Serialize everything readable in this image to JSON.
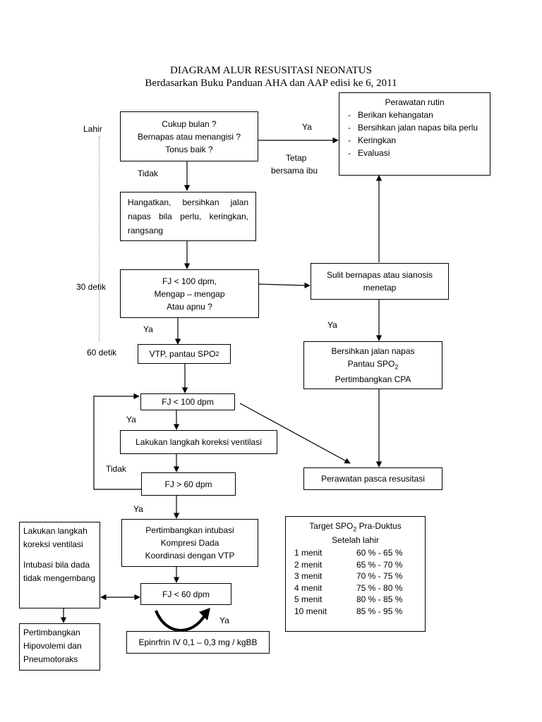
{
  "title": {
    "line1": "DIAGRAM ALUR RESUSITASI NEONATUS",
    "line2": "Berdasarkan Buku Panduan AHA dan AAP edisi ke 6, 2011"
  },
  "timeline": {
    "lahir": "Lahir",
    "t30": "30 detik",
    "t60": "60 detik"
  },
  "nodes": {
    "assess": [
      "Cukup bulan ?",
      "Bernapas atau menangisi ?",
      "Tonus baik ?"
    ],
    "warm": "Hangatkan, bersihkan jalan napas bila perlu, keringkan, rangsang",
    "hr1": [
      "FJ < 100 dpm,",
      "Mengap – mengap",
      "Atau apnu ?"
    ],
    "vtp": {
      "text": "VTP, pantau SPO",
      "sub": "2"
    },
    "hr2": "FJ < 100 dpm",
    "koreksi": "Lakukan langkah koreksi ventilasi",
    "hr3": "FJ > 60 dpm",
    "intubasi": [
      "Pertimbangkan intubasi",
      "Kompresi Dada",
      "Koordinasi dengan VTP"
    ],
    "hr4": "FJ < 60 dpm",
    "epi": "Epinrfrin IV 0,1 – 0,3 mg / kgBB",
    "routine_title": "Perawatan rutin",
    "routine_items": [
      "Berikan kehangatan",
      "Bersihkan jalan napas bila perlu",
      "Keringkan",
      "Evaluasi"
    ],
    "sulit": [
      "Sulit bernapas atau sianosis",
      "menetap"
    ],
    "bersihkan": {
      "l1": "Bersihkan jalan napas",
      "l2": "Pantau SPO",
      "l2sub": "2",
      "l3": "Pertimbangkan CPA"
    },
    "pasca": "Perawatan pasca resusitasi",
    "left1": "Lakukan langkah koreksi ventilasi",
    "left2": "Intubasi bila dada tidak mengembang",
    "left3": "Pertimbangkan Hipovolemi dan Pneumotoraks"
  },
  "edge_labels": {
    "ya_top": "Ya",
    "tetap": [
      "Tetap",
      "bersama ibu"
    ],
    "tidak1": "Tidak",
    "ya_hr1": "Ya",
    "ya_sulit": "Ya",
    "ya_hr2": "Ya",
    "tidak2": "Tidak",
    "ya_hr3": "Ya",
    "ya_epi": "Ya"
  },
  "target_table": {
    "title": "Target SPO",
    "title_sub": "2",
    "title_suffix": " Pra-Duktus",
    "subtitle": "Setelah lahir",
    "rows": [
      {
        "time": "1 menit",
        "range": "60 % - 65 %"
      },
      {
        "time": "2 menit",
        "range": "65 % - 70 %"
      },
      {
        "time": "3 menit",
        "range": "70 % - 75 %"
      },
      {
        "time": "4 menit",
        "range": "75 % - 80 %"
      },
      {
        "time": "5 menit",
        "range": "80 % - 85 %"
      },
      {
        "time": "10 menit",
        "range": "85 % - 95 %"
      }
    ]
  }
}
